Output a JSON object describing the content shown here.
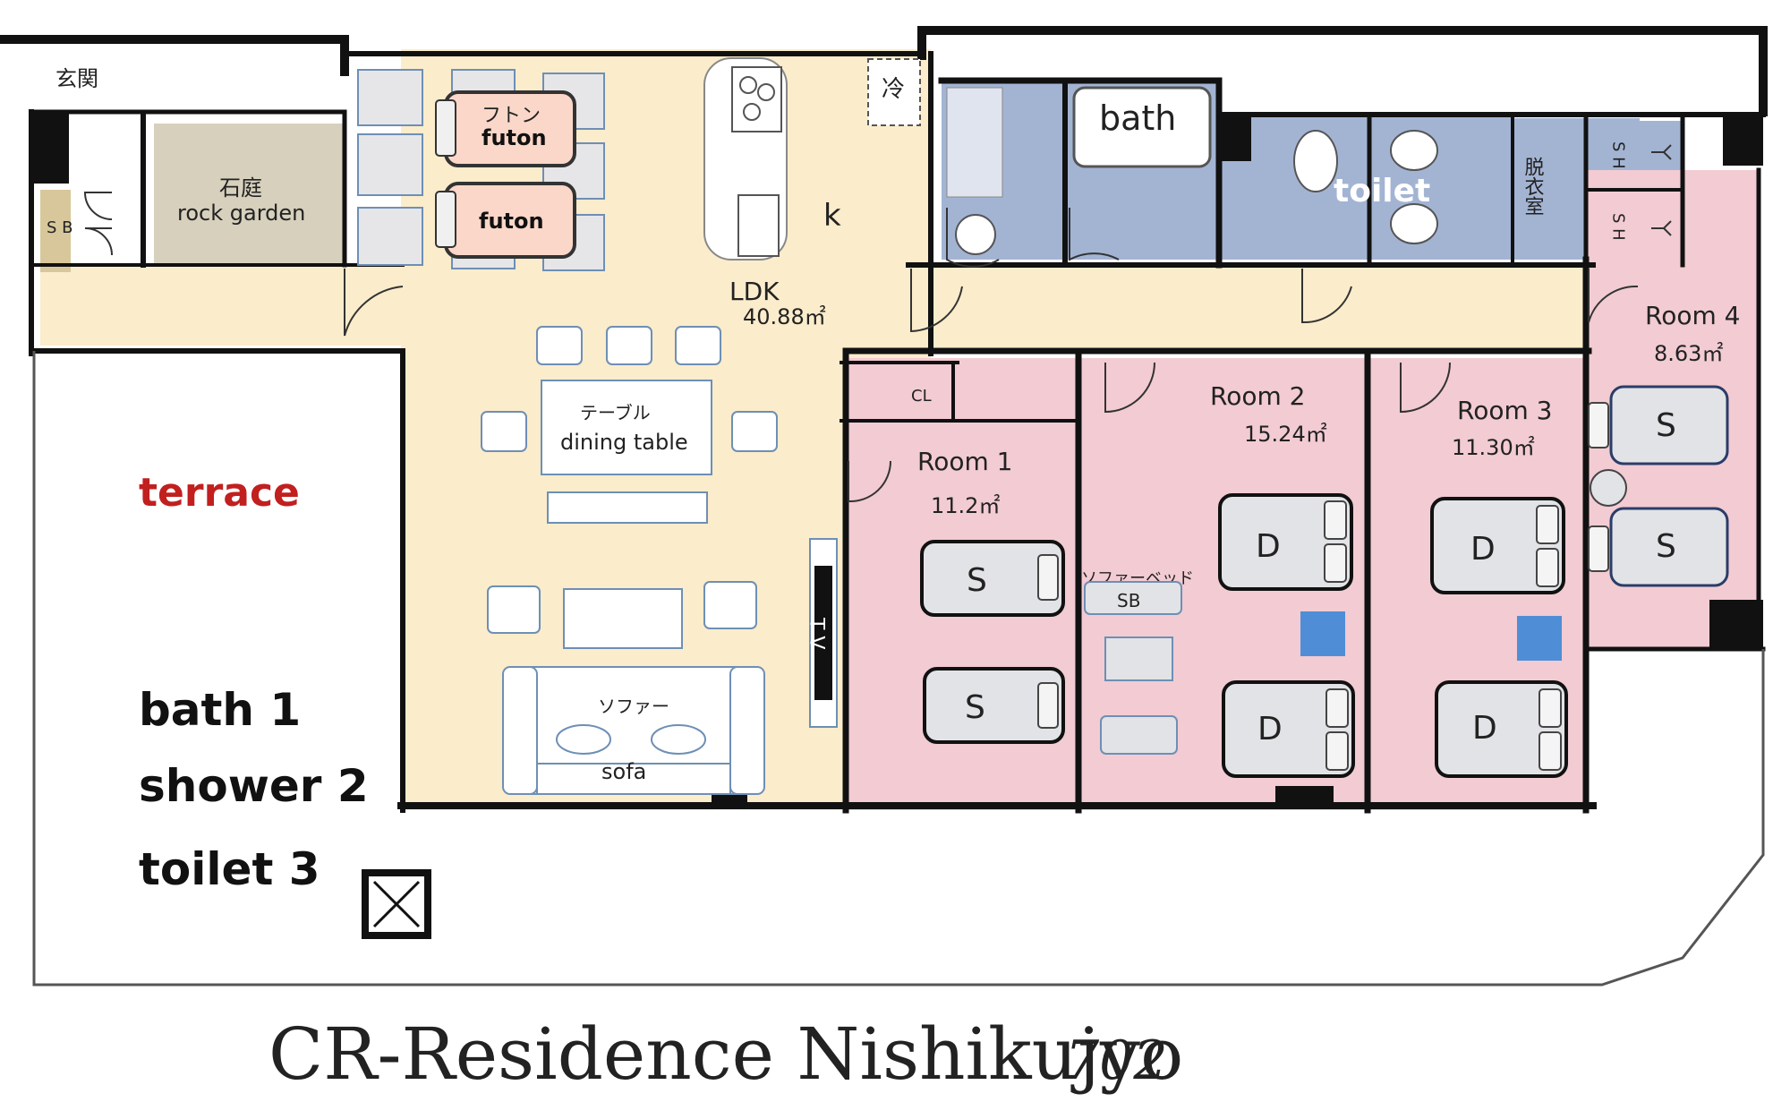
{
  "title": "CR-Residence Nishikujyo",
  "unit_number": "702",
  "facilities": [
    "bath 1",
    "shower 2",
    "toilet 3"
  ],
  "labels": {
    "entrance_jp": "玄関",
    "sb_left": "S B",
    "rock_garden_jp": "石庭",
    "rock_garden": "rock garden",
    "futon_jp": "フトン",
    "futon": "futon",
    "fridge_jp": "冷",
    "kitchen": "k",
    "ldk": "LDK",
    "ldk_area": "40.88㎡",
    "dining_table_jp": "テーブル",
    "dining_table": "dining table",
    "sofa_jp": "ソファー",
    "sofa": "sofa",
    "tv": "T V",
    "terrace": "terrace",
    "bath": "bath",
    "toilet": "toilet",
    "dressing_jp": "脱衣室",
    "sh": "S H",
    "closet": "CL",
    "sofa_bed_jp": "ソファーベッド",
    "sofa_bed": "SB",
    "single_bed": "S",
    "double_bed": "D"
  },
  "rooms": [
    {
      "name": "Room 1",
      "area": "11.2㎡"
    },
    {
      "name": "Room 2",
      "area": "15.24㎡"
    },
    {
      "name": "Room 3",
      "area": "11.30㎡"
    },
    {
      "name": "Room 4",
      "area": "8.63㎡"
    }
  ],
  "colors": {
    "ldk_floor": "#fbeccb",
    "bedroom_floor": "#f2cbd3",
    "wet_area": "#a3b4d3",
    "rock_garden": "#d6d0bd",
    "futon": "#fad7c8",
    "bed": "#e2e3e6",
    "furniture_stroke": "#6e8fb5",
    "terrace_text": "#c21f1f",
    "wall": "#111111",
    "desk": "#4f8ed6"
  }
}
